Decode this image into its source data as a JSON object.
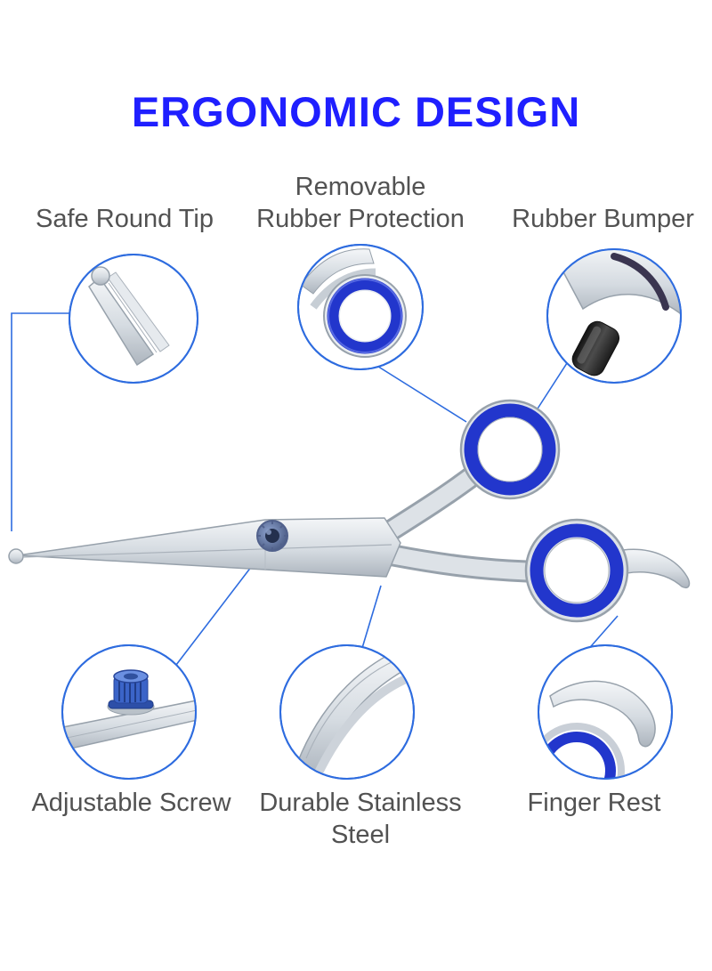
{
  "title": "ERGONOMIC DESIGN",
  "colors": {
    "title-blue": "#1f1fff",
    "label-gray": "#525252",
    "callout-blue": "#2e6cdf",
    "ring-blue": "#2236cc"
  },
  "callouts": [
    {
      "id": "safe-round-tip",
      "label_lines": [
        "Safe Round Tip",
        ""
      ]
    },
    {
      "id": "removable-rubber-protection",
      "label_lines": [
        "Removable",
        "Rubber Protection"
      ]
    },
    {
      "id": "rubber-bumper",
      "label_lines": [
        "Rubber Bumper",
        ""
      ]
    },
    {
      "id": "adjustable-screw",
      "label_lines": [
        "Adjustable Screw",
        ""
      ]
    },
    {
      "id": "durable-stainless-steel",
      "label_lines": [
        "Durable Stainless",
        "Steel"
      ]
    },
    {
      "id": "finger-rest",
      "label_lines": [
        "Finger Rest",
        ""
      ]
    }
  ]
}
